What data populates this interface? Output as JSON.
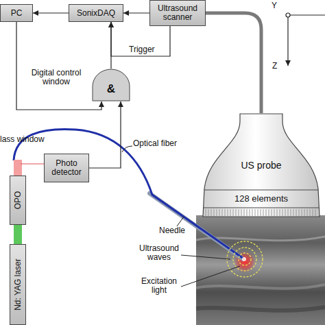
{
  "diagram": {
    "nodes": [
      {
        "text": [
          "PC"
        ]
      },
      {
        "text": [
          "SonixDAQ"
        ]
      },
      {
        "text": [
          "Ultrasound scanner"
        ]
      },
      {
        "text": [
          "&"
        ]
      },
      {
        "text": [
          "Photo detector"
        ]
      },
      {
        "text": [
          "OPO"
        ]
      },
      {
        "text": [
          "Nd: YAG laser"
        ]
      },
      {
        "text": [
          "US probe"
        ]
      },
      {
        "text": [
          "128 elements"
        ],
        "in": 7
      }
    ],
    "edges": [
      {
        "from": 2,
        "to": 1,
        "arrow": "to"
      },
      {
        "from": 1,
        "to": 0,
        "arrow": "to"
      },
      {
        "from": 2,
        "to": 1,
        "label": "Trigger",
        "arrow": "to"
      },
      {
        "from": 3,
        "to": 1,
        "arrow": "to"
      },
      {
        "from": 0,
        "to": 3,
        "label": "Digital control window",
        "arrow": "to"
      },
      {
        "from": 4,
        "to": 3,
        "arrow": "to"
      },
      {
        "from": 2,
        "to": 7,
        "arrow": "none"
      },
      {
        "from": 6,
        "to": 5,
        "arrow": "none"
      },
      {
        "from": 5,
        "to": 4,
        "arrow": "none"
      }
    ],
    "labels": [
      "lass window",
      "Optical fiber",
      "Needle",
      "Ultrasound waves",
      "Excitation light",
      "Y",
      "Z"
    ]
  }
}
